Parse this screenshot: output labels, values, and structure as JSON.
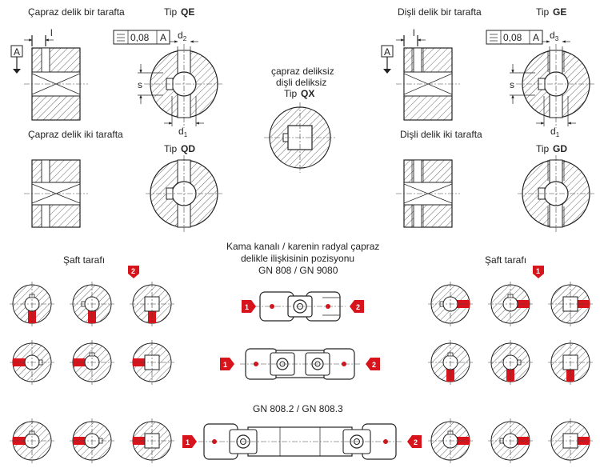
{
  "labels": {
    "cross_one_side": "Çapraz delik bir tarafta",
    "cross_two_sides": "Çapraz delik iki tarafta",
    "thread_one_side": "Dişli delik bir tarafta",
    "thread_two_sides": "Dişli delik iki tarafta",
    "no_cross": [
      "çapraz deliksiz",
      "dişli deliksiz"
    ],
    "tip_prefix": "Tip ",
    "shaft_side": "Şaft tarafı",
    "keyway_title": [
      "Kama kanalı / karenin radyal çapraz",
      "delikle ilişkisinin pozisyonu"
    ],
    "models_top": "GN 808 / GN 9080",
    "models_bottom": "GN 808.2 / GN 808.3"
  },
  "types": {
    "qe": "QE",
    "qd": "QD",
    "qx": "QX",
    "ge": "GE",
    "gd": "GD"
  },
  "dims": {
    "l": "l",
    "s": "s",
    "datum": "A",
    "tolerance": "0,08",
    "d1_base": "d",
    "d1_sub": "1",
    "d2_base": "d",
    "d2_sub": "2",
    "d3_base": "d",
    "d3_sub": "3"
  },
  "markers": {
    "one": "1",
    "two": "2"
  },
  "colors": {
    "accent": "#d7141c",
    "line": "#222222",
    "hatch": "#444444"
  }
}
